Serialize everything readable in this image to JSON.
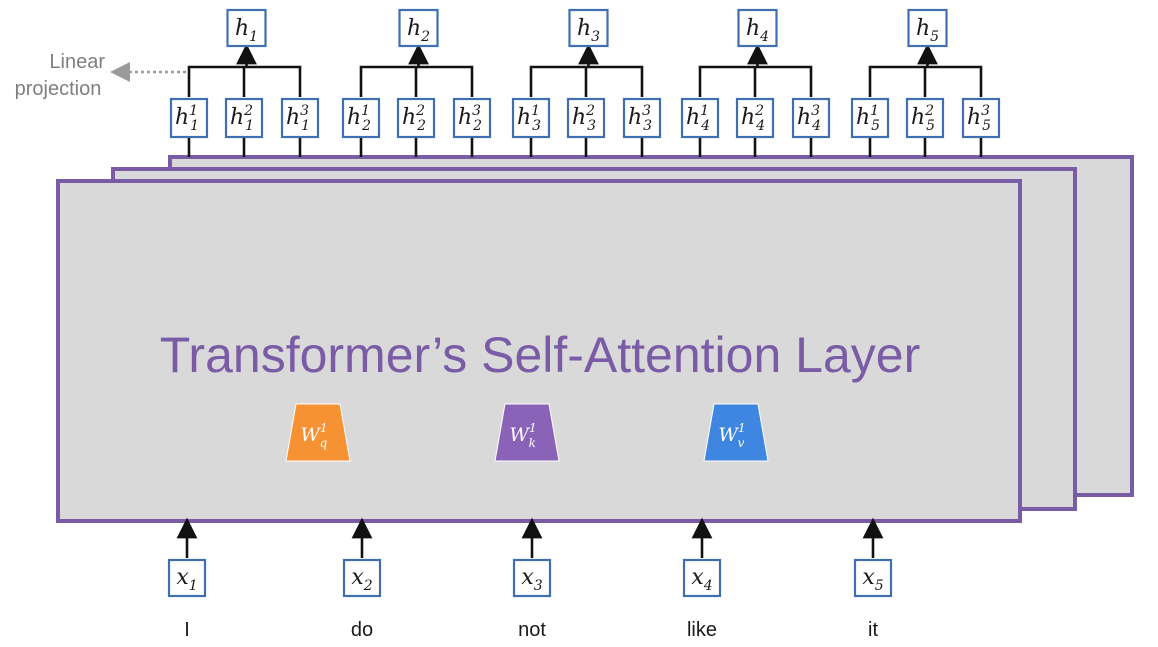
{
  "diagram": {
    "title": "Transformer’s Self-Attention Layer",
    "side_note": [
      "Linear",
      "projection"
    ],
    "input_symbol": "x",
    "output_symbol": "h",
    "words": [
      "I",
      "do",
      "not",
      "like",
      "it"
    ],
    "indices": [
      "1",
      "2",
      "3",
      "4",
      "5"
    ],
    "heads": [
      "1",
      "2",
      "3"
    ],
    "weights": [
      {
        "symbol": "W",
        "sub": "q",
        "sup": "1",
        "color": "#f79234"
      },
      {
        "symbol": "W",
        "sub": "k",
        "sup": "1",
        "color": "#8a62b8"
      },
      {
        "symbol": "W",
        "sub": "v",
        "sup": "1",
        "color": "#3f86e0"
      }
    ],
    "colors": {
      "layer_border": "#7a5ba6",
      "layer_fill": "#d9d9d9",
      "box_border": "#3f6fb0",
      "title_text": "#7a5ba6",
      "note_text": "#7f7f7f"
    }
  }
}
